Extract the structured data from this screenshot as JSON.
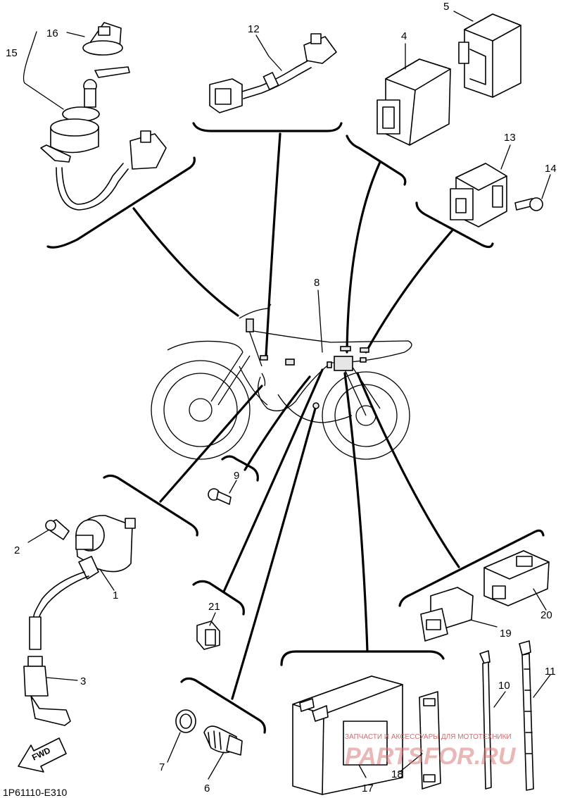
{
  "diagram_code": "1P61110-E310",
  "direction_label": "FWD",
  "watermark": {
    "tagline": "ЗАПЧАСТИ И АКСЕССУАРЫ ДЛЯ МОТОТЕХНИКИ",
    "brand": "PARTSFOR.RU"
  },
  "callouts": {
    "p1": "1",
    "p2": "2",
    "p3": "3",
    "p4": "4",
    "p5": "5",
    "p6": "6",
    "p7": "7",
    "p8": "8",
    "p9": "9",
    "p10": "10",
    "p11": "11",
    "p12": "12",
    "p13": "13",
    "p14": "14",
    "p15": "15",
    "p16": "16",
    "p17": "17",
    "p18": "18",
    "p19": "19",
    "p20": "20",
    "p21": "21"
  }
}
